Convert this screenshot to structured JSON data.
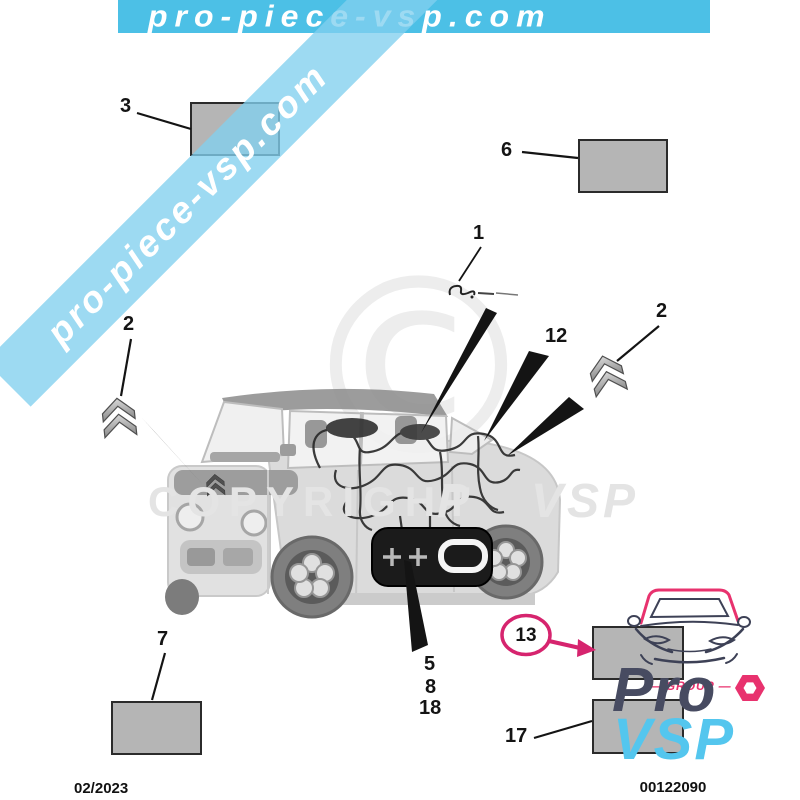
{
  "site": {
    "banner_text": "pro-piece-vsp.com",
    "ribbon_text": "pro-piece-vsp.com"
  },
  "watermark": {
    "symbol": "©",
    "copyright_text": "COPYRIGHT",
    "brand_p": "P",
    "brand_vsp": "VSP"
  },
  "callouts": {
    "c1": {
      "label": "1"
    },
    "c2_left": {
      "label": "2"
    },
    "c2_right": {
      "label": "2"
    },
    "c3": {
      "label": "3"
    },
    "c5": {
      "label": "5"
    },
    "c6": {
      "label": "6"
    },
    "c7": {
      "label": "7"
    },
    "c8": {
      "label": "8"
    },
    "c12": {
      "label": "12"
    },
    "c13": {
      "label": "13"
    },
    "c17": {
      "label": "17"
    },
    "c18": {
      "label": "18"
    }
  },
  "logo": {
    "group_label": "— GROUP —",
    "pro": "Pro",
    "vsp": "VSP"
  },
  "footer": {
    "date": "02/2023",
    "reference": "00122090"
  },
  "colors": {
    "banner_blue": "#4cc0e6",
    "ribbon_blue": "#82d0ee",
    "accent_pink": "#d6246e",
    "vsp_blue": "#54c6ee",
    "pro_dark": "#474b61",
    "part_fill": "#b5b5b5",
    "part_border": "#2b2b2b"
  }
}
